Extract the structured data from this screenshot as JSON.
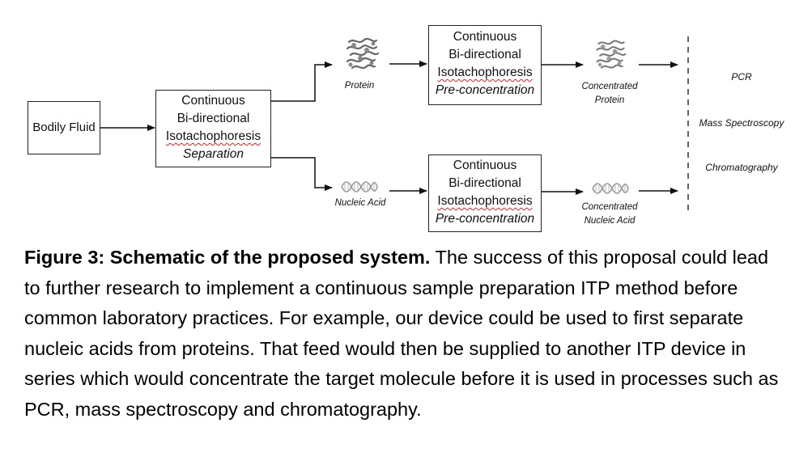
{
  "diagram": {
    "input_box": {
      "label": "Bodily Fluid"
    },
    "separation_box": {
      "lines": [
        "Continuous",
        "Bi-directional",
        "Isotachophoresis"
      ],
      "stage": "Separation"
    },
    "protein_box": {
      "lines": [
        "Continuous",
        "Bi-directional",
        "Isotachophoresis"
      ],
      "stage": "Pre-concentration"
    },
    "nucleic_box": {
      "lines": [
        "Continuous",
        "Bi-directional",
        "Isotachophoresis"
      ],
      "stage": "Pre-concentration"
    },
    "labels": {
      "protein": "Protein",
      "nucleic_acid": "Nucleic Acid",
      "concentrated_protein": [
        "Concentrated",
        "Protein"
      ],
      "concentrated_nucleic": [
        "Concentrated",
        "Nucleic Acid"
      ]
    },
    "outputs": [
      "PCR",
      "Mass Spectroscopy",
      "Chromatography"
    ],
    "icons": {
      "protein": "protein-structure-icon",
      "nucleic_acid": "dna-helix-icon"
    }
  },
  "caption": {
    "bold": "Figure 3: Schematic of the proposed system.",
    "text": " The success of this proposal could lead to further research to implement a continuous sample preparation ITP method before common laboratory practices. For example, our device could be used to first separate nucleic acids from proteins. That feed would then be supplied to another ITP device in series which would concentrate the target molecule before it is used in processes such as PCR, mass spectroscopy and chromatography."
  }
}
